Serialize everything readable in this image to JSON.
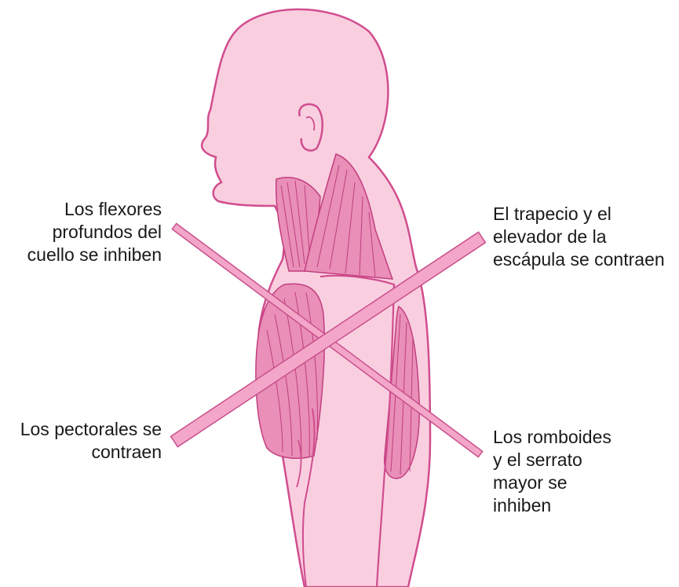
{
  "colors": {
    "skin": "#f9cfe0",
    "outline": "#d14d8e",
    "muscle": "#e98fb8",
    "muscle_line": "#c13f7f",
    "bar_fill": "#f4a6c8",
    "bar_stroke": "#c8508c",
    "text": "#1a1a1a"
  },
  "labels": {
    "deep_neck_flexors": [
      "Los flexores",
      "profundos del",
      "cuello se inhiben"
    ],
    "trapezius_levator": [
      "El trapecio y el",
      "elevador de la",
      "escápula se contraen"
    ],
    "pectorals": [
      "Los pectorales se",
      "contraen"
    ],
    "rhomboids_serratus": [
      "Los romboides",
      "y el serrato",
      "mayor se",
      "inhiben"
    ]
  }
}
